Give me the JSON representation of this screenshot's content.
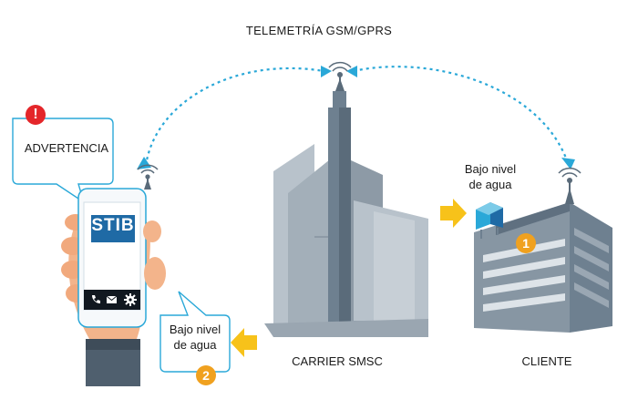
{
  "header": {
    "title": "TELEMETRÍA GSM/GPRS"
  },
  "nodes": {
    "carrier": {
      "label": "CARRIER SMSC"
    },
    "client": {
      "label": "CLIENTE",
      "status_line1": "Bajo nivel",
      "status_line2": "de agua",
      "step": "1"
    },
    "phone": {
      "warning_label": "ADVERTENCIA",
      "alert_mark": "!",
      "status_line1": "Bajo nivel",
      "status_line2": "de agua",
      "step": "2",
      "brand": "STIB"
    }
  },
  "colors": {
    "link": "#2aa8d8",
    "arrow": "#f7c21a",
    "badge": "#f0a11f",
    "alert": "#e4262a",
    "building_light": "#b8c2cb",
    "building_dark": "#6e8090",
    "screen_blue": "#1f6aa5"
  },
  "icons": [
    "antenna-icon",
    "phone-icon",
    "mail-icon",
    "gear-icon",
    "arrow-right-icon",
    "arrow-left-icon"
  ]
}
